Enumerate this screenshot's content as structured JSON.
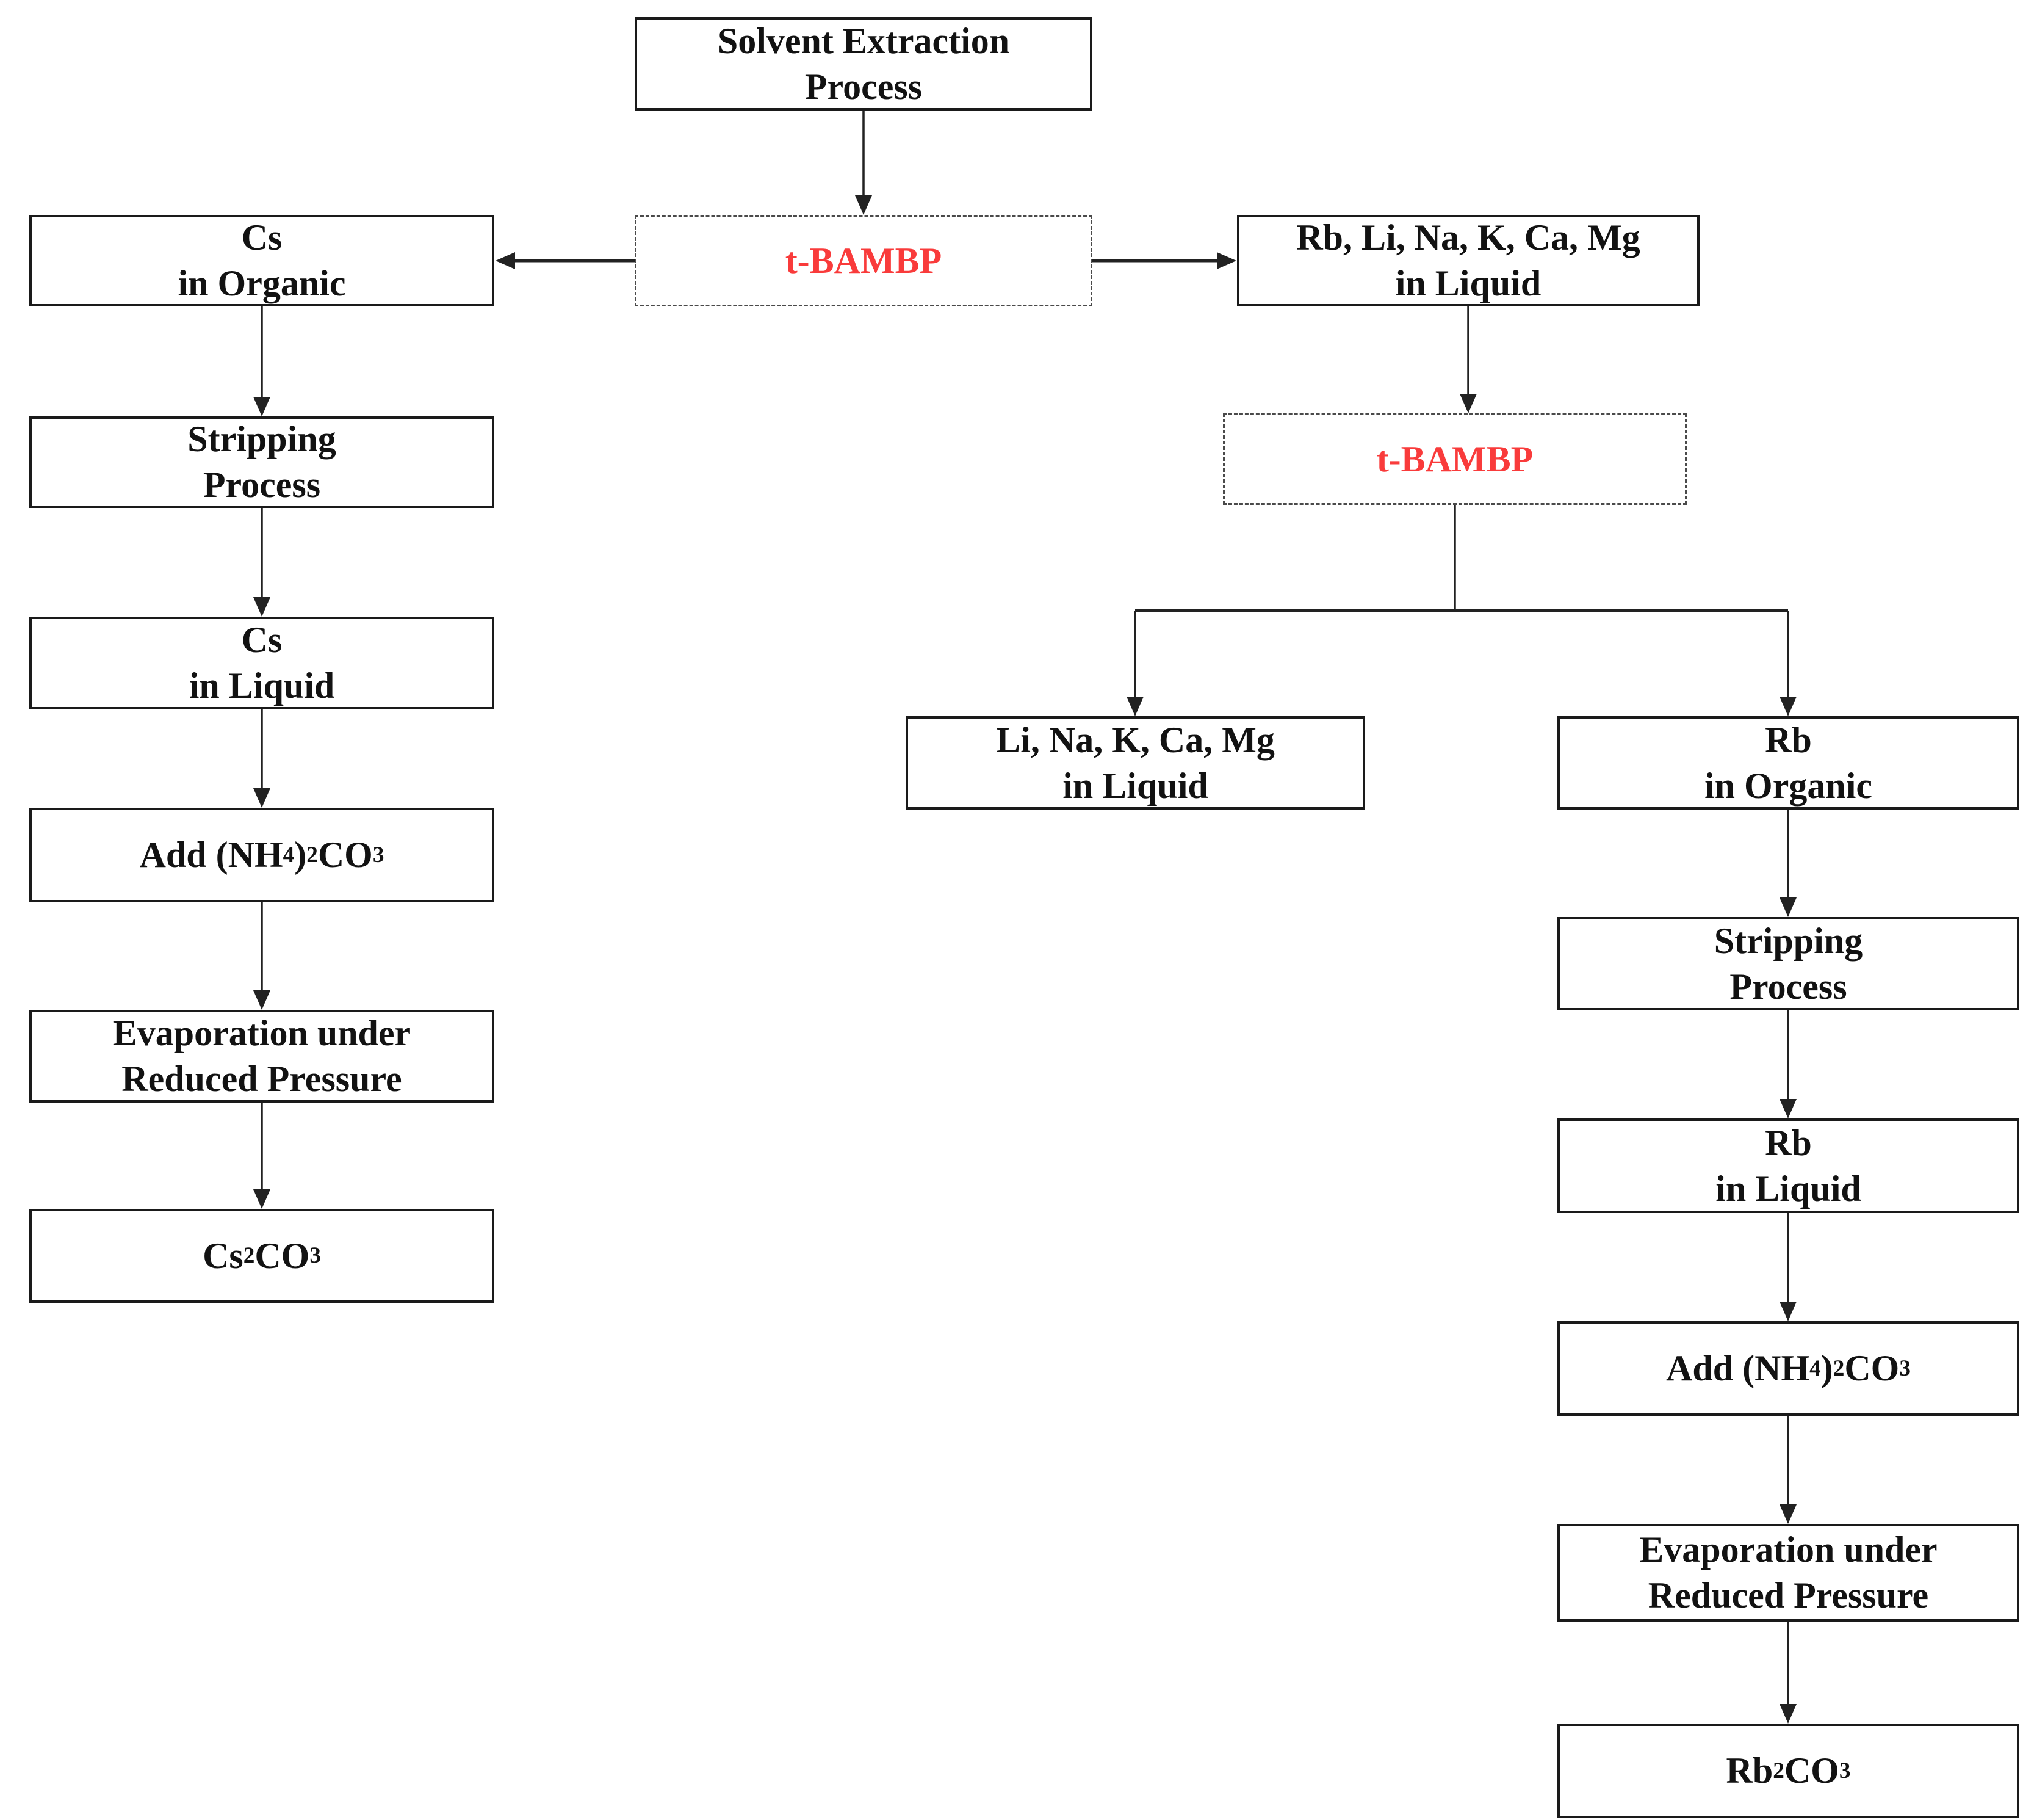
{
  "colors": {
    "accent_red": "#f93b3b",
    "line": "#222222",
    "border": "#1a1a1a"
  },
  "nodes": {
    "solvent_extraction": {
      "label": "Solvent Extraction\nProcess"
    },
    "t_bambp_top": {
      "label": "t-BAMBP"
    },
    "cs_in_organic": {
      "label": "Cs\nin Organic"
    },
    "rb_li_na_k_ca_mg_in_liquid": {
      "label": "Rb, Li, Na, K, Ca, Mg\nin Liquid"
    },
    "stripping_process_cs": {
      "label": "Stripping\nProcess"
    },
    "t_bambp_right": {
      "label": "t-BAMBP"
    },
    "cs_in_liquid": {
      "label": "Cs\nin Liquid"
    },
    "li_na_k_ca_mg_in_liquid": {
      "label": "Li, Na, K, Ca, Mg\nin Liquid"
    },
    "rb_in_organic": {
      "label": "Rb\nin Organic"
    },
    "add_ammonium_carbonate_cs": {
      "label": "Add (NH{4}){2}CO{3}"
    },
    "stripping_process_rb": {
      "label": "Stripping\nProcess"
    },
    "evaporation_reduced_pressure_cs": {
      "label": "Evaporation under\nReduced Pressure"
    },
    "rb_in_liquid": {
      "label": "Rb\nin Liquid"
    },
    "cs2co3_product": {
      "label": "Cs{2}CO{3}"
    },
    "add_ammonium_carbonate_rb": {
      "label": "Add (NH{4}){2}CO{3}"
    },
    "evaporation_reduced_pressure_rb": {
      "label": "Evaporation under\nReduced Pressure"
    },
    "rb2co3_product": {
      "label": "Rb{2}CO{3}"
    }
  }
}
